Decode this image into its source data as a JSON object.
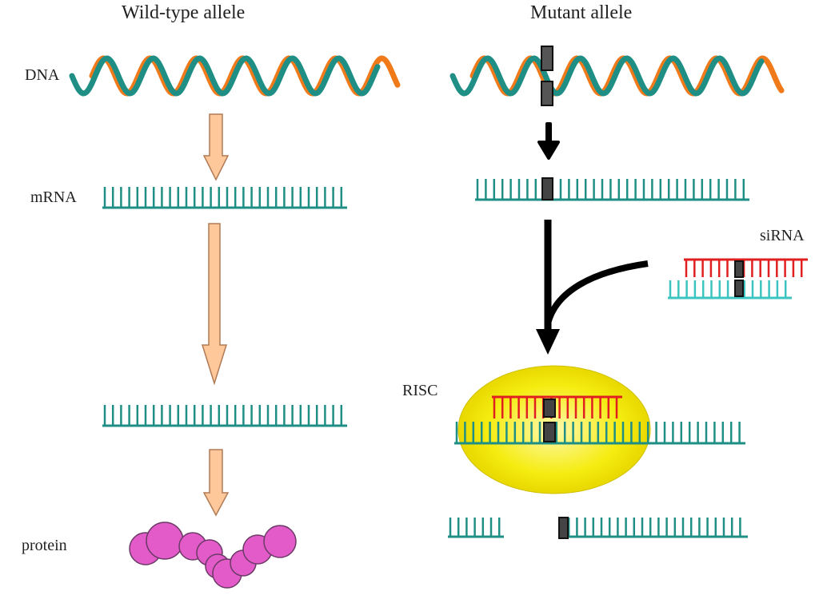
{
  "headers": {
    "wild_type": "Wild-type allele",
    "mutant": "Mutant allele"
  },
  "labels": {
    "dna": "DNA",
    "mrna": "mRNA",
    "protein": "protein",
    "sirna": "siRNA",
    "risc": "RISC"
  },
  "colors": {
    "strand_teal": "#1f8f86",
    "strand_orange": "#f07a1a",
    "sirna_red": "#e01f1f",
    "sirna_light": "#3cc4c0",
    "arrow_fill": "#ffc89a",
    "arrow_stroke": "#b07a55",
    "risc_yellow": "#f5ec10",
    "protein_pink": "#e25bc8",
    "mutation_dark": "#444444"
  },
  "icons": {
    "process_arrow": "hollow-down-arrow",
    "mutant_arrow": "solid-down-arrow",
    "protein": "bead-chain",
    "risc": "yellow-ellipse"
  }
}
